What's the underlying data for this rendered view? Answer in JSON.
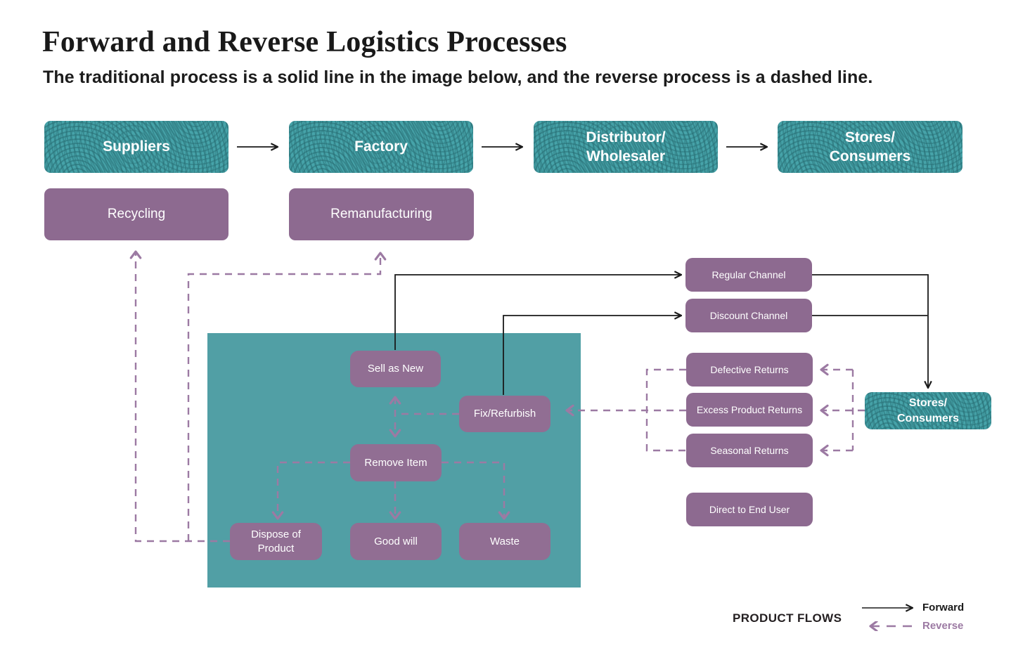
{
  "title": "Forward and Reverse Logistics Processes",
  "subtitle": "The traditional process is a solid line in the image below, and the reverse process is a dashed line.",
  "nodes": {
    "suppliers": "Suppliers",
    "factory": "Factory",
    "distributor_wholesaler": [
      "Distributor/",
      "Wholesaler"
    ],
    "stores_consumers": [
      "Stores/",
      "Consumers"
    ],
    "recycling": "Recycling",
    "remanufacturing": "Remanufacturing",
    "sell_as_new": "Sell as New",
    "fix_refurbish": "Fix/Refurbish",
    "remove_item": "Remove Item",
    "dispose_of_product": [
      "Dispose of",
      "Product"
    ],
    "good_will": "Good will",
    "waste": "Waste",
    "regular_channel": "Regular Channel",
    "discount_channel": "Discount Channel",
    "defective_returns": "Defective Returns",
    "excess_product_returns": "Excess Product Returns",
    "seasonal_returns": "Seasonal Returns",
    "direct_to_end_user": "Direct to End User",
    "stores_consumers_2": [
      "Stores/",
      "Consumers"
    ]
  },
  "legend": {
    "title": "PRODUCT FLOWS",
    "forward_label": "Forward",
    "reverse_label": "Reverse"
  },
  "colors": {
    "teal_box": "#46A3A9",
    "teal_swirl": "#2F8289",
    "teal_panel": "#519FA5",
    "purple_box": "#8D6A90",
    "purple_box_light": "#916E93",
    "reverse_dash": "#9C7AA3",
    "forward_line": "#1A1A1A",
    "text_on_box": "#FFFFFF",
    "title_text": "#191919"
  }
}
